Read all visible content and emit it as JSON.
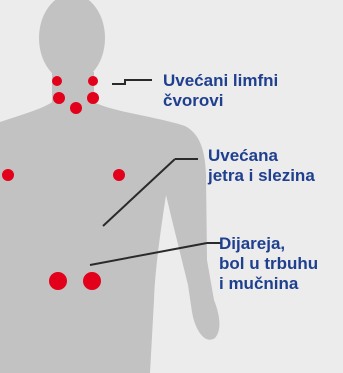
{
  "colors": {
    "background": "#ececec",
    "body_silhouette": "#c2c2c2",
    "marker": "#e3001b",
    "text": "#1f3f8f",
    "leader_line": "#2a2a2a"
  },
  "annotations": {
    "lymph_nodes": {
      "line1": "Uvećani limfni",
      "line2": "čvorovi"
    },
    "liver_spleen": {
      "line1": "Uvećana",
      "line2": "jetra i slezina"
    },
    "abdomen": {
      "line1": "Dijareja,",
      "line2": "bol u trbuhu",
      "line3": "i mučnina"
    }
  }
}
